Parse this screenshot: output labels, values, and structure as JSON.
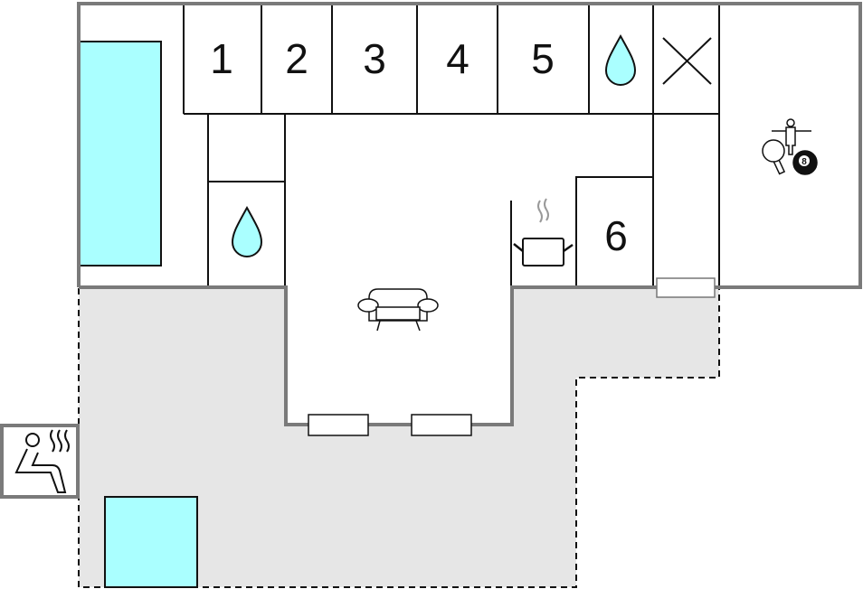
{
  "rooms": {
    "bedrooms": [
      "1",
      "2",
      "3",
      "4",
      "5",
      "6"
    ]
  },
  "icons": {
    "bathroom_top": "water-drop-icon",
    "bathroom_left": "water-drop-icon",
    "storage": "cross-icon",
    "game_room": "game-room-icon",
    "kitchen": "cooking-pot-icon",
    "living_room": "sofa-icon",
    "sauna": "sauna-icon",
    "ball_number": "8"
  },
  "colors": {
    "pool": "#aaffff",
    "terrace": "#e6e6e6",
    "outer_wall": "#7a7a7a",
    "inner_wall": "#111111"
  }
}
